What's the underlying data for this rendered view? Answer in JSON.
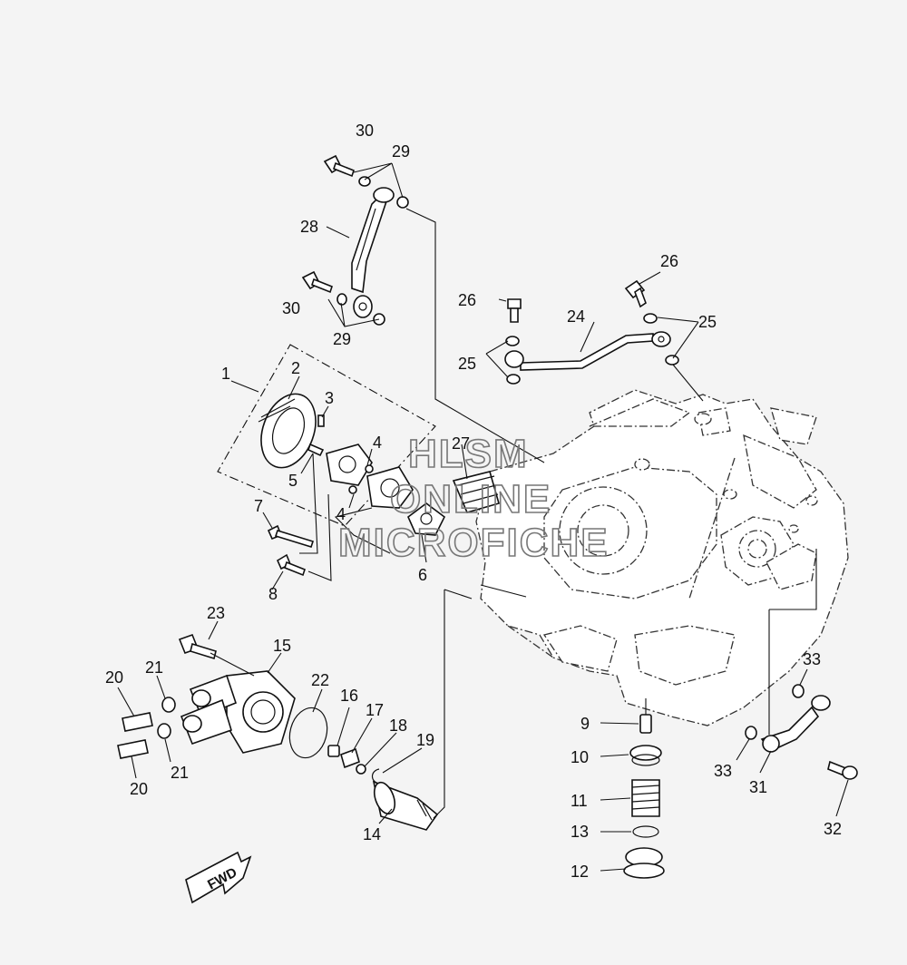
{
  "watermark": {
    "line1": "HLSM",
    "line2": "ONLINE",
    "line3": "MICROFICHE"
  },
  "direction_arrow": {
    "label": "FWD"
  },
  "callouts": [
    "1",
    "2",
    "3",
    "4",
    "4",
    "5",
    "6",
    "7",
    "8",
    "9",
    "10",
    "11",
    "12",
    "13",
    "14",
    "15",
    "16",
    "17",
    "18",
    "19",
    "20",
    "20",
    "21",
    "21",
    "22",
    "23",
    "24",
    "25",
    "25",
    "26",
    "26",
    "27",
    "28",
    "29",
    "29",
    "30",
    "30",
    "31",
    "32",
    "33",
    "33"
  ]
}
